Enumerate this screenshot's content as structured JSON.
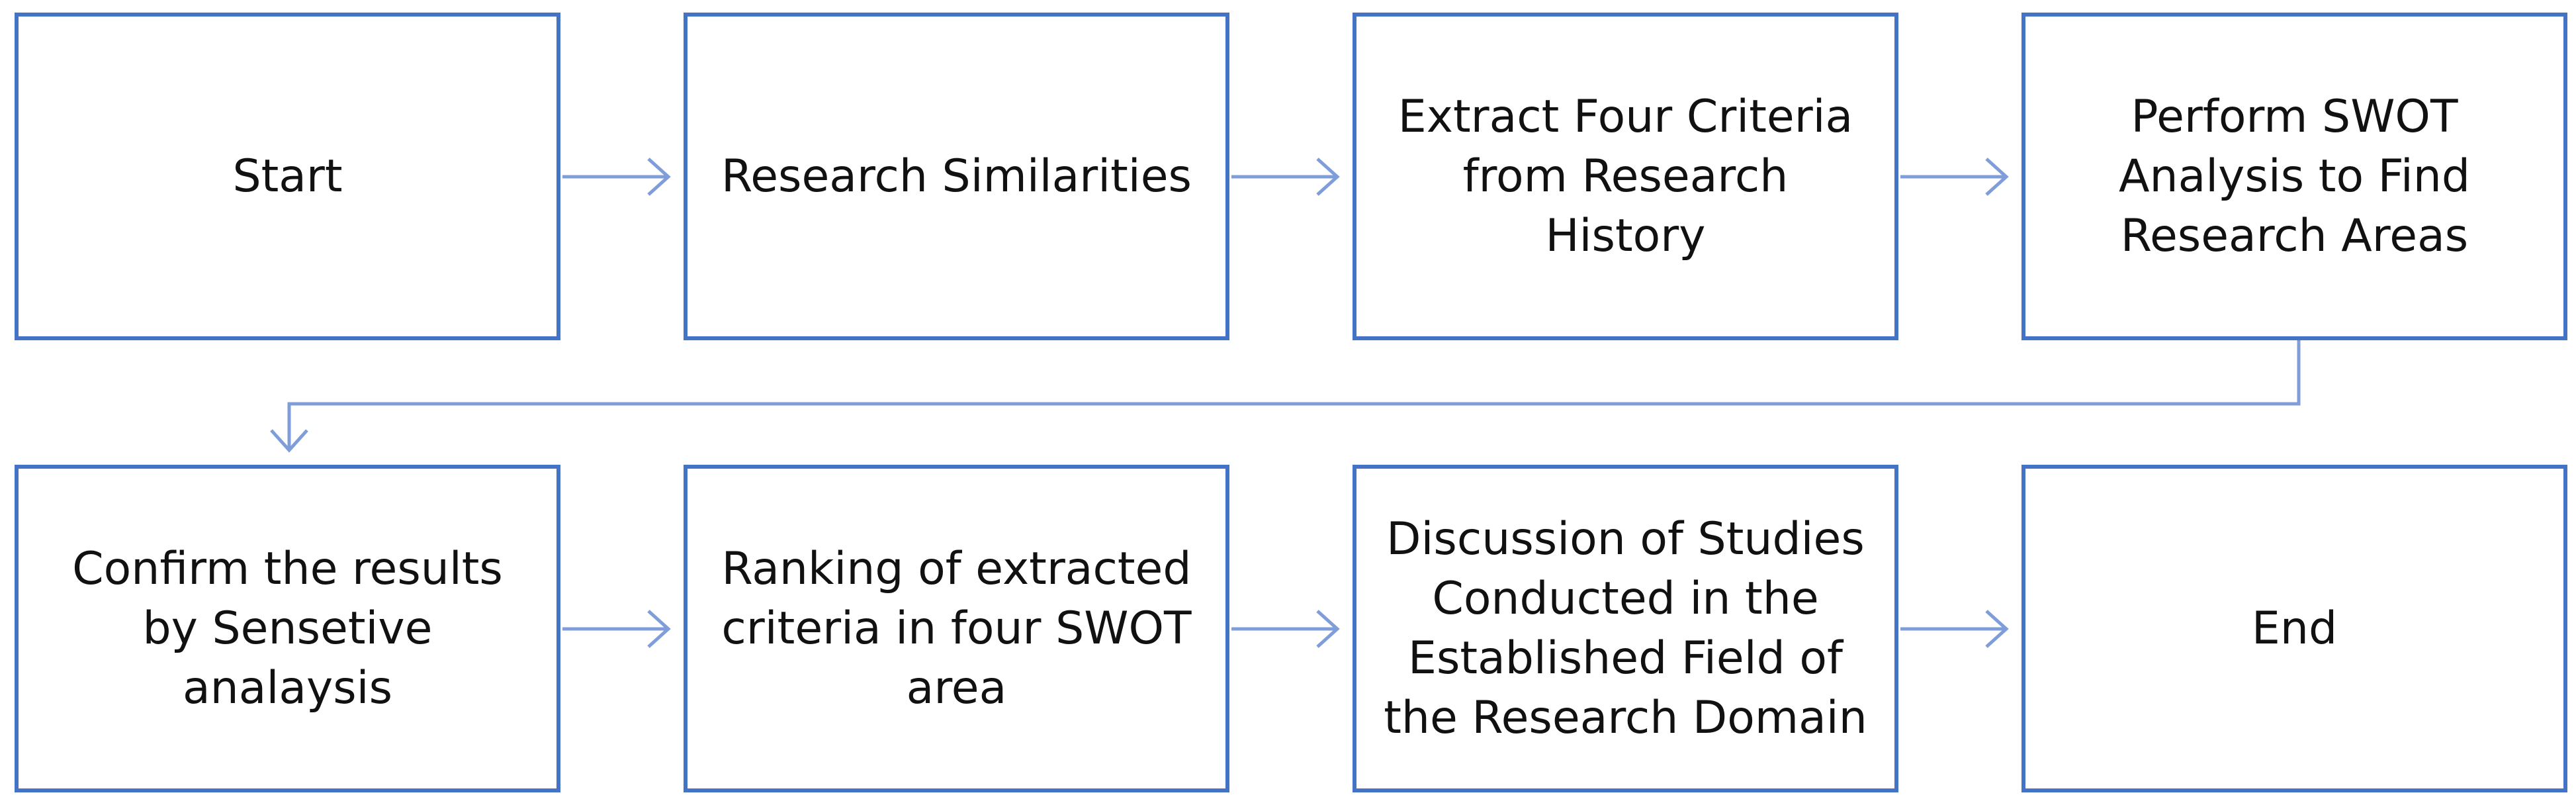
{
  "flowchart": {
    "nodes": [
      {
        "id": "start",
        "label": "Start"
      },
      {
        "id": "research-similarities",
        "label": "Research Similarities"
      },
      {
        "id": "extract-criteria",
        "label": "Extract Four Criteria from Research History"
      },
      {
        "id": "swot-analysis",
        "label": "Perform SWOT Analysis to Find Research Areas"
      },
      {
        "id": "confirm-results",
        "label": "Confirm the results by Sensetive analaysis"
      },
      {
        "id": "ranking-criteria",
        "label": "Ranking of extracted criteria in four SWOT area"
      },
      {
        "id": "discussion-studies",
        "label": "Discussion of Studies Conducted in the Established Field of the Research Domain"
      },
      {
        "id": "end",
        "label": "End"
      }
    ],
    "edges": [
      {
        "from": "start",
        "to": "research-similarities"
      },
      {
        "from": "research-similarities",
        "to": "extract-criteria"
      },
      {
        "from": "extract-criteria",
        "to": "swot-analysis"
      },
      {
        "from": "swot-analysis",
        "to": "confirm-results"
      },
      {
        "from": "confirm-results",
        "to": "ranking-criteria"
      },
      {
        "from": "ranking-criteria",
        "to": "discussion-studies"
      },
      {
        "from": "discussion-studies",
        "to": "end"
      }
    ],
    "colors": {
      "box_border": "#4472c4",
      "connector": "#7f9ed9",
      "text": "#111111"
    }
  }
}
